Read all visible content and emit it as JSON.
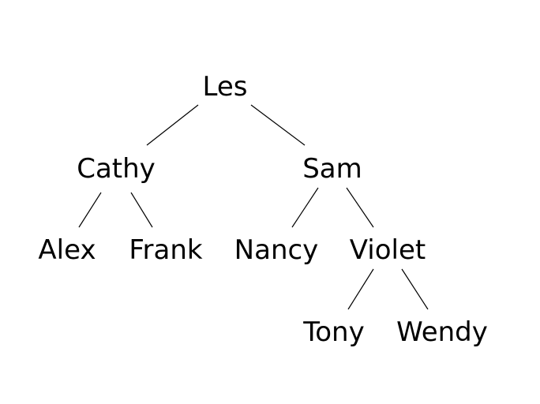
{
  "tree": {
    "nodes": [
      {
        "id": "les",
        "label": "Les"
      },
      {
        "id": "cathy",
        "label": "Cathy"
      },
      {
        "id": "sam",
        "label": "Sam"
      },
      {
        "id": "alex",
        "label": "Alex"
      },
      {
        "id": "frank",
        "label": "Frank"
      },
      {
        "id": "nancy",
        "label": "Nancy"
      },
      {
        "id": "violet",
        "label": "Violet"
      },
      {
        "id": "tony",
        "label": "Tony"
      },
      {
        "id": "wendy",
        "label": "Wendy"
      }
    ],
    "edges": [
      {
        "from": "les",
        "to": "cathy"
      },
      {
        "from": "les",
        "to": "sam"
      },
      {
        "from": "cathy",
        "to": "alex"
      },
      {
        "from": "cathy",
        "to": "frank"
      },
      {
        "from": "sam",
        "to": "nancy"
      },
      {
        "from": "sam",
        "to": "violet"
      },
      {
        "from": "violet",
        "to": "tony"
      },
      {
        "from": "violet",
        "to": "wendy"
      }
    ],
    "colors": {
      "text": "#000000",
      "edge": "#000000",
      "background": "#ffffff"
    }
  }
}
